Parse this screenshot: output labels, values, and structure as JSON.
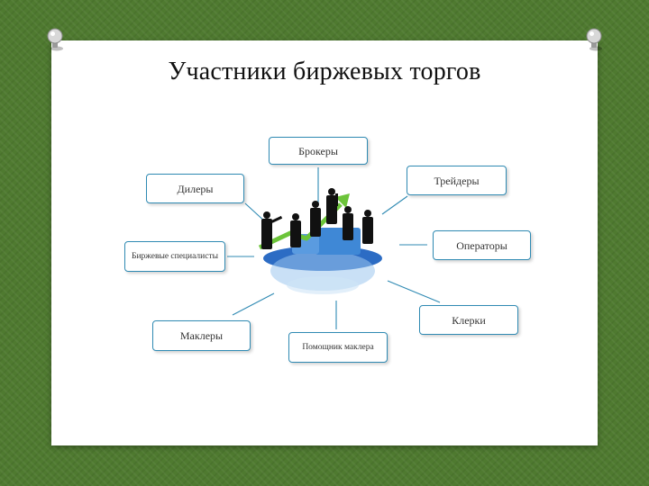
{
  "slide": {
    "title": "Участники биржевых торгов"
  },
  "diagram": {
    "center_icon": "business-people-growth-arrow-icon",
    "nodes": {
      "brokers": "Брокеры",
      "dealers": "Дилеры",
      "traders": "Трейдеры",
      "exchange_specialists": "Биржевые специалисты",
      "operators": "Операторы",
      "brokers_agents": "Маклеры",
      "clerks": "Клерки",
      "broker_assistant": "Помощник маклера"
    }
  },
  "colors": {
    "background": "#4f7a30",
    "node_border": "#2f8ab3",
    "connector": "#2f8ab3",
    "arrow": "#6cc43a"
  }
}
